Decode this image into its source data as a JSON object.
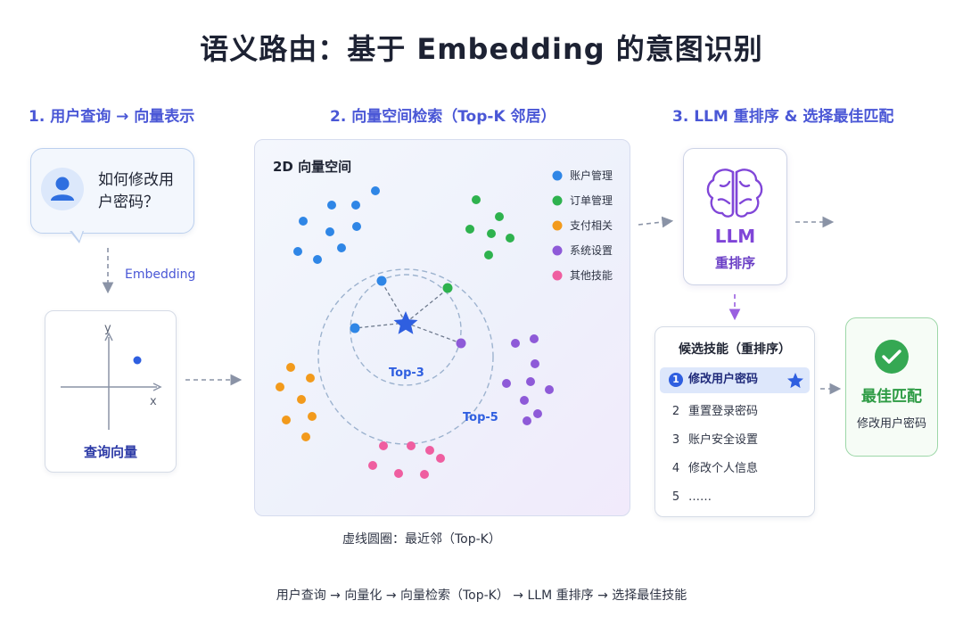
{
  "title": "语义路由：基于 Embedding 的意图识别",
  "steps": {
    "step1": "1. 用户查询 → 向量表示",
    "step2": "2. 向量空间检索（Top-K 邻居）",
    "step3": "3. LLM 重排序 & 选择最佳匹配"
  },
  "query": {
    "text": "如何修改用户密码？",
    "icon": "user-avatar-icon"
  },
  "embedding_label": "Embedding",
  "query_vector": {
    "label": "查询向量",
    "axis_x": "x",
    "axis_y": "y"
  },
  "vector_space": {
    "title": "2D 向量空间",
    "legend": [
      {
        "label": "账户管理",
        "color": "#2f86e6"
      },
      {
        "label": "订单管理",
        "color": "#2eb24e"
      },
      {
        "label": "支付相关",
        "color": "#f29a1c"
      },
      {
        "label": "系统设置",
        "color": "#8e5ad8"
      },
      {
        "label": "其他技能",
        "color": "#ef5ea0"
      }
    ],
    "ring_inner": "Top-3",
    "ring_outer": "Top-5",
    "query_marker": "star-icon",
    "caption": "虚线圆圈：最近邻（Top-K）"
  },
  "llm": {
    "label": "LLM",
    "sublabel": "重排序",
    "icon": "brain-icon",
    "color": "#8046d8"
  },
  "candidates": {
    "title": "候选技能（重排序）",
    "items": [
      {
        "num": "1",
        "label": "修改用户密码",
        "selected": true
      },
      {
        "num": "2",
        "label": "重置登录密码"
      },
      {
        "num": "3",
        "label": "账户安全设置"
      },
      {
        "num": "4",
        "label": "修改个人信息"
      },
      {
        "num": "5",
        "label": "……"
      }
    ]
  },
  "best_match": {
    "label": "最佳匹配",
    "value": "修改用户密码",
    "icon": "check-icon",
    "color": "#2d9b44"
  },
  "flow": "用户查询 → 向量化 → 向量检索（Top-K） → LLM 重排序 → 选择最佳技能"
}
